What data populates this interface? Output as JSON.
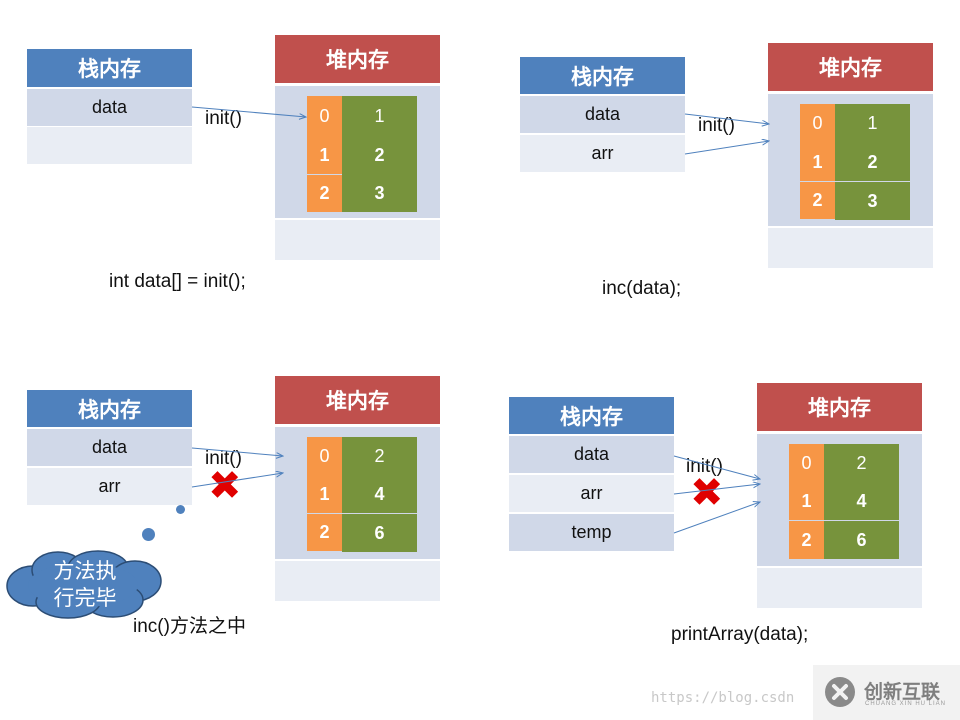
{
  "panels": [
    {
      "stack_title": "栈内存",
      "stack_rows": [
        "data",
        ""
      ],
      "heap_title": "堆内存",
      "indices": [
        "0",
        "1",
        "2"
      ],
      "values": [
        "1",
        "2",
        "3"
      ],
      "call_label": "init()",
      "caption": "int data[] = init();"
    },
    {
      "stack_title": "栈内存",
      "stack_rows": [
        "data",
        "arr"
      ],
      "heap_title": "堆内存",
      "indices": [
        "0",
        "1",
        "2"
      ],
      "values": [
        "1",
        "2",
        "3"
      ],
      "call_label": "init()",
      "caption": "inc(data);"
    },
    {
      "stack_title": "栈内存",
      "stack_rows": [
        "data",
        "arr"
      ],
      "heap_title": "堆内存",
      "indices": [
        "0",
        "1",
        "2"
      ],
      "values": [
        "2",
        "4",
        "6"
      ],
      "call_label": "init()",
      "caption": "inc()方法之中",
      "cloud_text": [
        "方法执",
        "行完毕"
      ]
    },
    {
      "stack_title": "栈内存",
      "stack_rows": [
        "data",
        "arr",
        "temp"
      ],
      "heap_title": "堆内存",
      "indices": [
        "0",
        "1",
        "2"
      ],
      "values": [
        "2",
        "4",
        "6"
      ],
      "call_label": "init()",
      "caption": "printArray(data);"
    }
  ],
  "watermark": "https://blog.csdn",
  "logo": {
    "text": "创新互联",
    "sub": "CHUANG XIN HU LIAN"
  },
  "colors": {
    "stack_header": "#4f81bd",
    "heap_header": "#c0504d",
    "index": "#f79646",
    "value": "#77933c",
    "cross": "#e00000"
  }
}
